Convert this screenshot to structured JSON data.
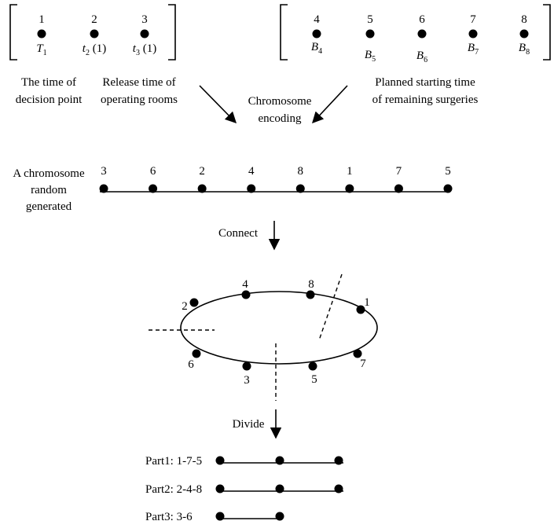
{
  "top_left": {
    "points": [
      {
        "id": "1",
        "sym": "T",
        "sub": "1",
        "suffix": ""
      },
      {
        "id": "2",
        "sym": "t",
        "sub": "2",
        "suffix": " (1)"
      },
      {
        "id": "3",
        "sym": "t",
        "sub": "3",
        "suffix": " (1)"
      }
    ]
  },
  "top_right": {
    "points": [
      {
        "id": "4",
        "sym": "B",
        "sub": "4"
      },
      {
        "id": "5",
        "sym": "B",
        "sub": "5"
      },
      {
        "id": "6",
        "sym": "B",
        "sub": "6"
      },
      {
        "id": "7",
        "sym": "B",
        "sub": "7"
      },
      {
        "id": "8",
        "sym": "B",
        "sub": "8"
      }
    ]
  },
  "labels": {
    "decision_line1": "The time of",
    "decision_line2": "decision point",
    "release_line1": "Release time of",
    "release_line2": "operating rooms",
    "planned_line1": "Planned starting time",
    "planned_line2": "of remaining surgeries",
    "encoding_line1": "Chromosome",
    "encoding_line2": "encoding",
    "chromo_line1": "A chromosome",
    "chromo_line2": "random",
    "chromo_line3": "generated",
    "connect": "Connect",
    "divide": "Divide"
  },
  "chromosome": [
    "3",
    "6",
    "2",
    "4",
    "8",
    "1",
    "7",
    "5"
  ],
  "ring": [
    "4",
    "8",
    "1",
    "7",
    "5",
    "3",
    "6",
    "2"
  ],
  "parts": [
    {
      "label": "Part1: 1-7-5",
      "dots": 3
    },
    {
      "label": "Part2: 2-4-8",
      "dots": 3
    },
    {
      "label": "Part3: 3-6",
      "dots": 2
    }
  ]
}
